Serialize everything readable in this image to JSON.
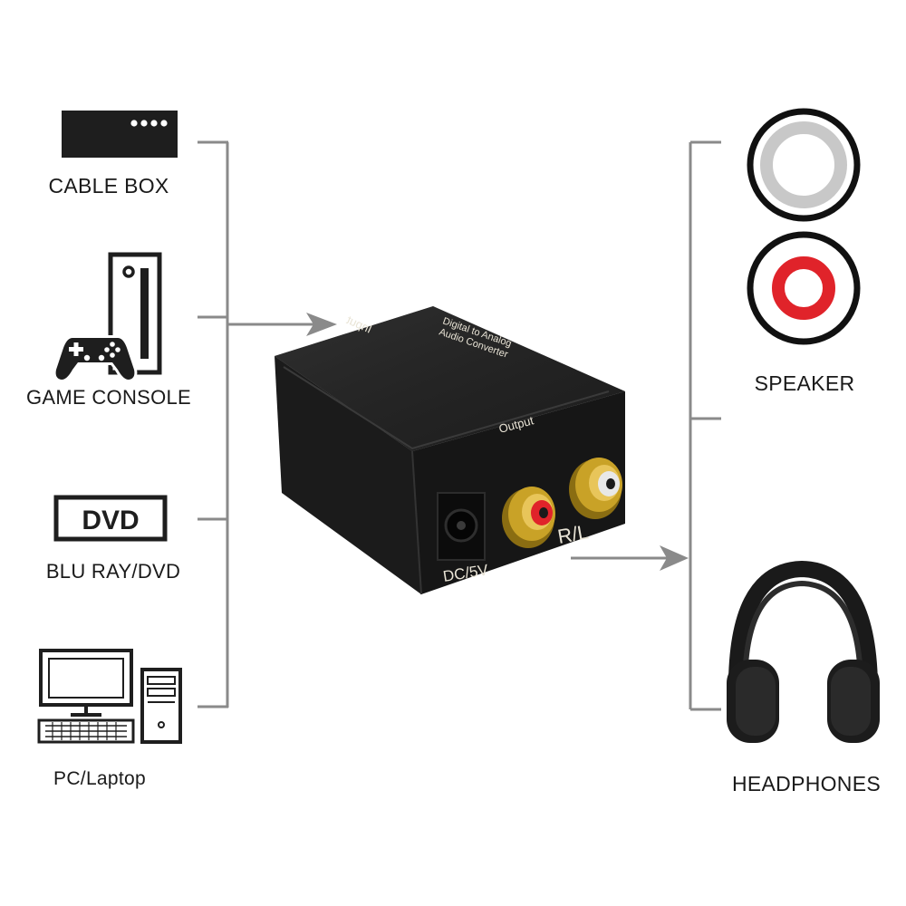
{
  "sources": [
    {
      "label": "CABLE BOX",
      "icon": "cable-box-icon"
    },
    {
      "label": "GAME CONSOLE",
      "icon": "game-console-icon"
    },
    {
      "label": "BLU RAY/DVD",
      "icon": "dvd-player-icon",
      "badge": "DVD"
    },
    {
      "label": "PC/Laptop",
      "icon": "desktop-computer-icon"
    }
  ],
  "outputs": [
    {
      "label": "SPEAKER",
      "icon": "speaker-jacks-icon"
    },
    {
      "label": "HEADPHONES",
      "icon": "headphones-icon"
    }
  ],
  "device": {
    "input_label": "Input",
    "brand_line1": "Digital to Analog",
    "brand_line2": "Audio Converter",
    "output_label": "Output",
    "rl_label": "R/L",
    "dc_label": "DC/5V"
  },
  "colors": {
    "line": "#8a8a8a",
    "device_body": "#1e1e1e",
    "gold": "#c9a227",
    "rca_red": "#e0232a",
    "rca_white": "#c8c8c8"
  }
}
